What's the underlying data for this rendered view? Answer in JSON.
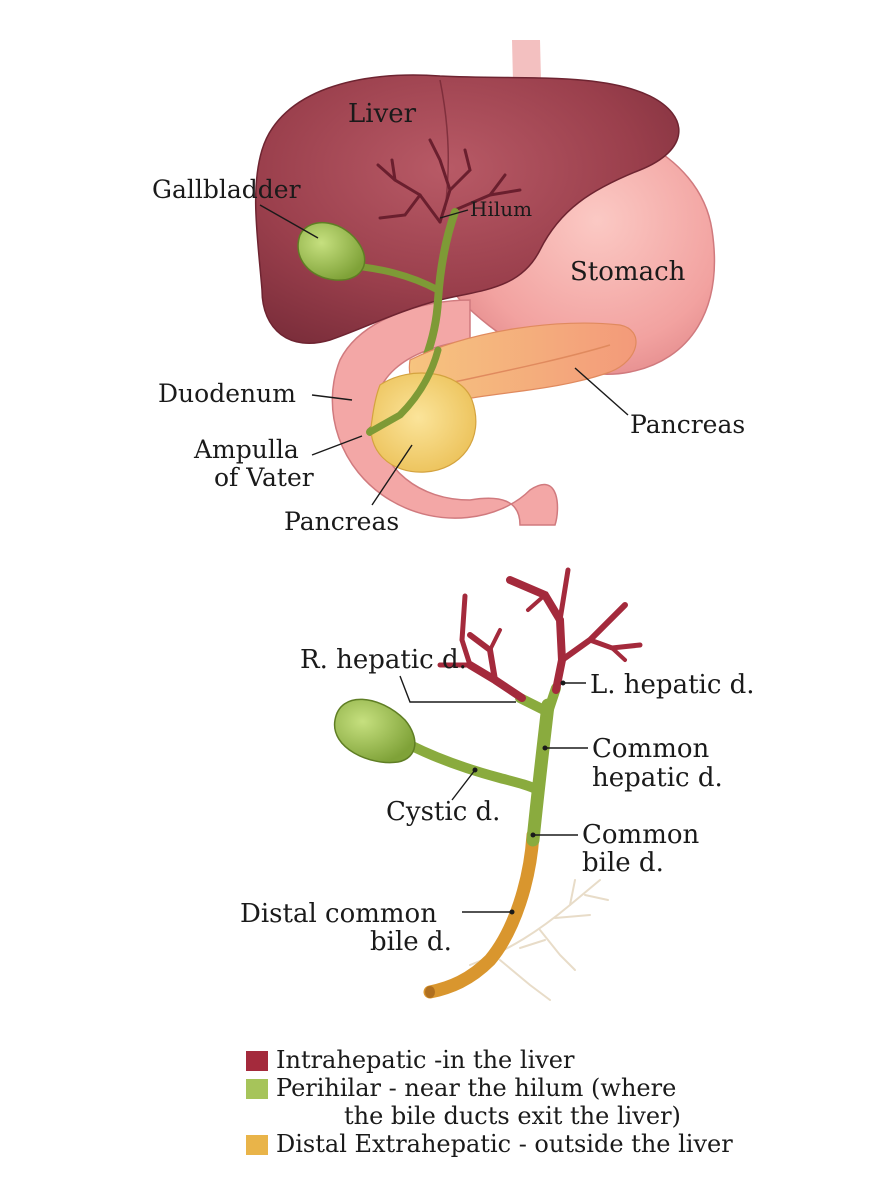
{
  "top_diagram": {
    "labels": {
      "liver": "Liver",
      "gallbladder": "Gallbladder",
      "hilum": "Hilum",
      "stomach": "Stomach",
      "duodenum": "Duodenum",
      "pancreas_right": "Pancreas",
      "ampulla_line1": "Ampulla",
      "ampulla_line2": "of Vater",
      "pancreas_bottom": "Pancreas"
    }
  },
  "bottom_diagram": {
    "labels": {
      "r_hepatic": "R. hepatic d.",
      "l_hepatic": "L. hepatic d.",
      "common_hepatic_line1": "Common",
      "common_hepatic_line2": "hepatic d.",
      "cystic": "Cystic d.",
      "common_bile_line1": "Common",
      "common_bile_line2": "bile d.",
      "distal_line1": "Distal common",
      "distal_line2": "bile d."
    }
  },
  "legend": {
    "items": [
      {
        "text": "Intrahepatic -in the liver",
        "color": "#a42a3c"
      },
      {
        "text": "Perihilar - near the hilum (where",
        "continuation": "the bile ducts exit the liver)",
        "color": "#a6c45a"
      },
      {
        "text": "Distal Extrahepatic - outside the liver",
        "color": "#e9b449"
      }
    ]
  },
  "colors": {
    "intrahepatic": "#a42a3c",
    "perihilar": "#8aab3e",
    "distal": "#d9962e",
    "liver": "#9c4450",
    "stomach": "#f2a3a3",
    "pancreas": "#f3b07f",
    "pancreas_head": "#f2cf6c",
    "gallbladder": "#8fb54a"
  }
}
